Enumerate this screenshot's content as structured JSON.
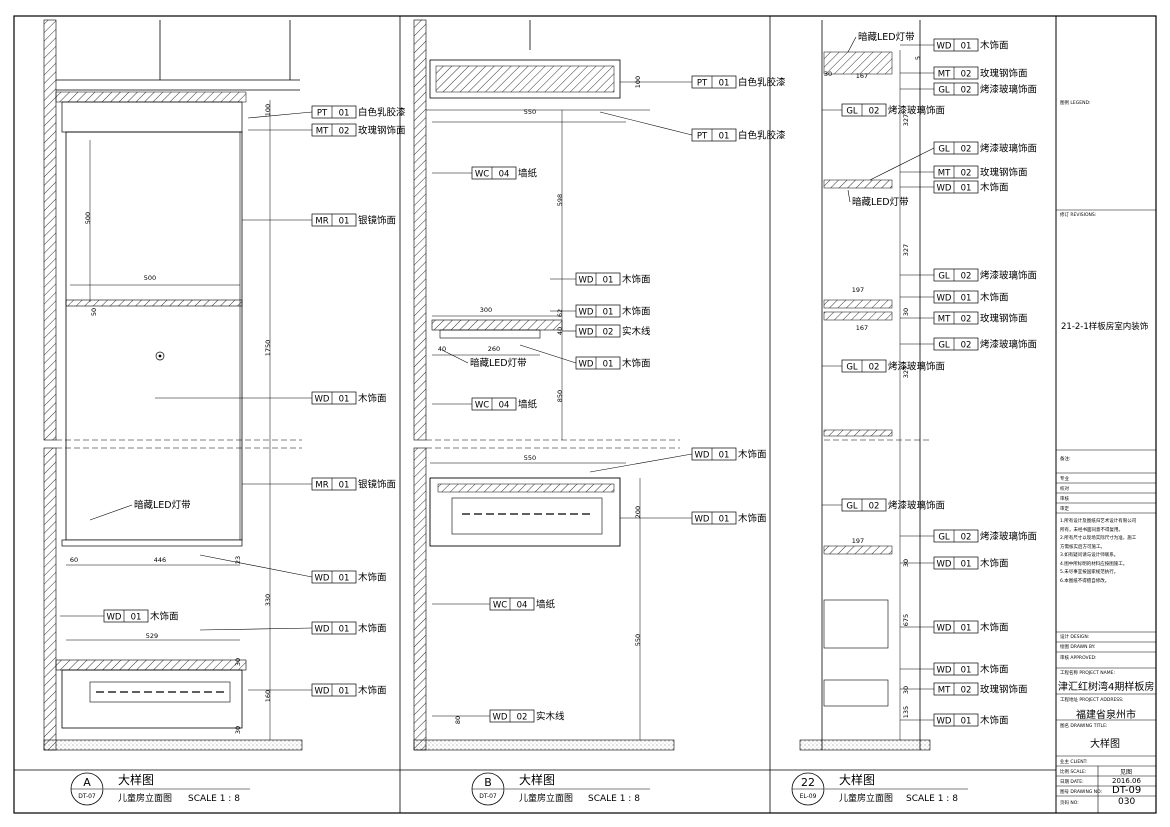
{
  "panels": [
    {
      "id": "A",
      "circle_letter": "A",
      "circle_ref": "DT-07",
      "title": "大样图",
      "subtitle": "儿童房立面图",
      "scale": "SCALE 1 : 8",
      "dims": [
        "100",
        "500",
        "500",
        "50",
        "1750",
        "446",
        "60",
        "23",
        "330",
        "529",
        "30",
        "160",
        "30"
      ],
      "labels": [
        {
          "code": "PT",
          "num": "01",
          "text": "白色乳胶漆"
        },
        {
          "code": "MT",
          "num": "02",
          "text": "玫瑰钢饰面"
        },
        {
          "code": "MR",
          "num": "01",
          "text": "银镜饰面"
        },
        {
          "code": "WD",
          "num": "01",
          "text": "木饰面"
        },
        {
          "code": "MR",
          "num": "01",
          "text": "银镜饰面"
        },
        {
          "code": "WD",
          "num": "01",
          "text": "木饰面"
        },
        {
          "code": "WD",
          "num": "01",
          "text": "木饰面"
        },
        {
          "code": "WD",
          "num": "01",
          "text": "木饰面"
        },
        {
          "code": "WD",
          "num": "01",
          "text": "木饰面"
        }
      ],
      "notes": [
        "暗藏LED灯带"
      ]
    },
    {
      "id": "B",
      "circle_letter": "B",
      "circle_ref": "DT-07",
      "title": "大样图",
      "subtitle": "儿童房立面图",
      "scale": "SCALE 1 : 8",
      "dims": [
        "100",
        "550",
        "598",
        "300",
        "62",
        "40",
        "40",
        "260",
        "850",
        "550",
        "200",
        "550",
        "80"
      ],
      "labels": [
        {
          "code": "PT",
          "num": "01",
          "text": "白色乳胶漆"
        },
        {
          "code": "PT",
          "num": "01",
          "text": "白色乳胶漆"
        },
        {
          "code": "WC",
          "num": "04",
          "text": "墙纸"
        },
        {
          "code": "WD",
          "num": "01",
          "text": "木饰面"
        },
        {
          "code": "WD",
          "num": "01",
          "text": "木饰面"
        },
        {
          "code": "WD",
          "num": "02",
          "text": "实木线"
        },
        {
          "code": "WD",
          "num": "01",
          "text": "木饰面"
        },
        {
          "code": "WC",
          "num": "04",
          "text": "墙纸"
        },
        {
          "code": "WD",
          "num": "01",
          "text": "木饰面"
        },
        {
          "code": "WD",
          "num": "01",
          "text": "木饰面"
        },
        {
          "code": "WC",
          "num": "04",
          "text": "墙纸"
        },
        {
          "code": "WD",
          "num": "02",
          "text": "实木线"
        }
      ],
      "notes": [
        "暗藏LED灯带"
      ]
    },
    {
      "id": "C",
      "circle_letter": "22",
      "circle_ref": "EL-09",
      "title": "大样图",
      "subtitle": "儿童房立面图",
      "scale": "SCALE 1 : 8",
      "dims": [
        "30",
        "5",
        "167",
        "327",
        "327",
        "197",
        "30",
        "167",
        "327",
        "197",
        "30",
        "675",
        "30",
        "135"
      ],
      "labels": [
        {
          "code": "WD",
          "num": "01",
          "text": "木饰面"
        },
        {
          "code": "MT",
          "num": "02",
          "text": "玫瑰钢饰面"
        },
        {
          "code": "GL",
          "num": "02",
          "text": "烤漆玻璃饰面"
        },
        {
          "code": "GL",
          "num": "02",
          "text": "烤漆玻璃饰面"
        },
        {
          "code": "GL",
          "num": "02",
          "text": "烤漆玻璃饰面"
        },
        {
          "code": "MT",
          "num": "02",
          "text": "玫瑰钢饰面"
        },
        {
          "code": "WD",
          "num": "01",
          "text": "木饰面"
        },
        {
          "code": "GL",
          "num": "02",
          "text": "烤漆玻璃饰面"
        },
        {
          "code": "WD",
          "num": "01",
          "text": "木饰面"
        },
        {
          "code": "MT",
          "num": "02",
          "text": "玫瑰钢饰面"
        },
        {
          "code": "GL",
          "num": "02",
          "text": "烤漆玻璃饰面"
        },
        {
          "code": "GL",
          "num": "02",
          "text": "烤漆玻璃饰面"
        },
        {
          "code": "GL",
          "num": "02",
          "text": "烤漆玻璃饰面"
        },
        {
          "code": "GL",
          "num": "02",
          "text": "烤漆玻璃饰面"
        },
        {
          "code": "WD",
          "num": "01",
          "text": "木饰面"
        },
        {
          "code": "WD",
          "num": "01",
          "text": "木饰面"
        },
        {
          "code": "WD",
          "num": "01",
          "text": "木饰面"
        },
        {
          "code": "MT",
          "num": "02",
          "text": "玫瑰钢饰面"
        },
        {
          "code": "WD",
          "num": "01",
          "text": "木饰面"
        }
      ],
      "notes": [
        "暗藏LED灯带",
        "暗藏LED灯带"
      ]
    }
  ],
  "title_block": {
    "legend": "图例 LEGEND:",
    "revisions": "修订 REVISIONS:",
    "project_code": "21-2-1样板房室内装饰",
    "remarks": "备注:",
    "rows": [
      "专业",
      "校对",
      "审核",
      "审定"
    ],
    "notes": [
      "1.所有设计及图纸归艺术设计有限公司",
      "所有，未经书面同意不得复用。",
      "2.所有尺寸以现场实际尺寸为准，施工",
      "方需核实后方可施工。",
      "3.如有疑问请与设计师联系。",
      "4.图中所标明的材料应按图施工。",
      "5.未尽事宜按国家规范执行。",
      "6.本图纸不得擅自修改。"
    ],
    "design": "设计 DESIGN:",
    "drawn": "绘图 DRAWN BY:",
    "checked": "审核 APPROVED:",
    "project_name_label": "工程名称 PROJECT NAME:",
    "project_name": "津汇红树湾4期样板房",
    "address_label": "工程地址 PROJECT ADDRESS:",
    "address": "福建省泉州市",
    "drawing_title_label": "图名 DRAWING TITLE:",
    "drawing_title": "大样图",
    "client_label": "业主 CLIENT:",
    "scale_label": "比例 SCALE:",
    "scale_value": "见图",
    "date_label": "日期 DATE:",
    "date_value": "2016.06",
    "drawing_no_label": "图号 DRAWING NO:",
    "drawing_no": "DT-09",
    "sheet_label": "页码 NO:",
    "sheet_no": "030"
  }
}
